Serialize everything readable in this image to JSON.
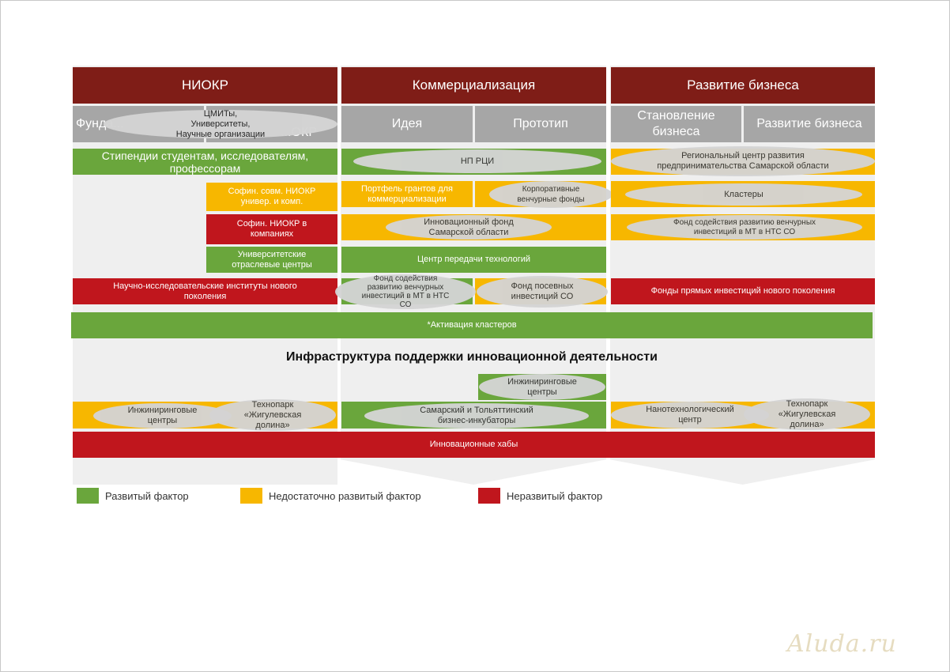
{
  "columns": {
    "niokr": {
      "header": "НИОКР",
      "sub_left": "Фунда...",
      "sub_right": "...ОКР"
    },
    "commercialization": {
      "header": "Коммерциализация",
      "sub_left": "Идея",
      "sub_right": "Прототип"
    },
    "business": {
      "header": "Развитие бизнеса",
      "sub_left": "Становление бизнеса",
      "sub_right": "Развитие бизнеса"
    }
  },
  "niokr": {
    "oval_cmit": "ЦМИТы, Университеты, Научные организации",
    "scholarships": "Стипендии студентам, исследователям, профессорам",
    "cofin_univ": "Софин. совм. НИОКР универ. и комп.",
    "cofin_comp": "Софин. НИОКР в компаниях",
    "univ_centers": "Университетские отраслевые центры",
    "research_inst": "Научно-исследовательские институты нового поколения"
  },
  "commercialization": {
    "np_rci": "НП РЦИ",
    "grants": "Портфель грантов для коммерциализации",
    "corp_funds": "Корпоративные венчурные фонды",
    "innov_fund": "Инновационный фонд Самарской области",
    "tech_transfer": "Центр передачи технологий",
    "venture_fund": "Фонд содействия развитию венчурных инвестиций в МТ в НТС СО",
    "seed_fund": "Фонд посевных инвестиций СО"
  },
  "business": {
    "regional_center": "Региональный центр развития предпринимательства Самарской области",
    "clusters": "Кластеры",
    "venture_fund": "Фонд содействия развитию венчурных инвестиций в МТ в НТС СО",
    "pe_funds": "Фонды прямых инвестиций нового поколения"
  },
  "activation": "*Активация кластеров",
  "infra_title": "Инфраструктура поддержки инновационной деятельности",
  "infra": {
    "eng_centers_mid": "Инжиниринговые центры",
    "eng_centers_left": "Инжиниринговые центры",
    "technopark_left": "Технопарк «Жигулевская долина»",
    "incubators": "Самарский и Тольяттинский бизнес-инкубаторы",
    "nano_center": "Нанотехнологический центр",
    "technopark_right": "Технопарк «Жигулевская долина»"
  },
  "hubs": "Инновационные хабы",
  "legend": {
    "developed": "Развитый фактор",
    "insufficient": "Недостаточно развитый фактор",
    "undeveloped": "Неразвитый фактор"
  },
  "watermark": "Aluda.ru",
  "colors": {
    "header": "#7f1d17",
    "green": "#6aa63c",
    "yellow": "#f7b700",
    "red": "#c0161d",
    "subheader": "#a6a6a6"
  }
}
